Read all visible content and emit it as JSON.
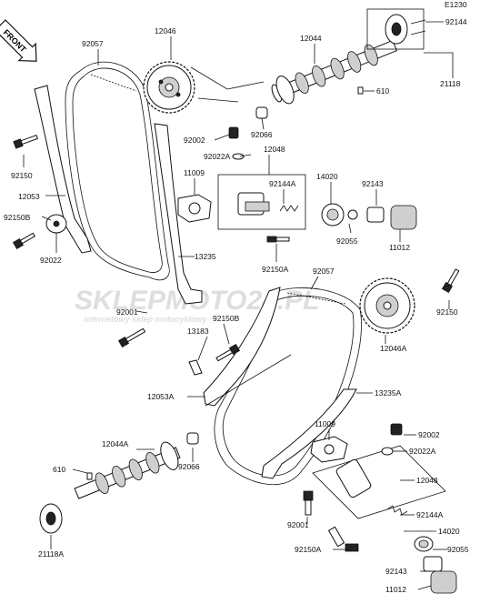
{
  "header": {
    "code": "E1230",
    "front_label": "FRONT"
  },
  "watermark": {
    "brand": "SKLEPMOTO24.PL",
    "tagline": "internetowy sklep motocyklowy"
  },
  "parts": {
    "p12046": "12046",
    "p92057": "92057",
    "p12044": "12044",
    "p92144": "92144",
    "p21118": "21118",
    "p610": "610",
    "p92066": "92066",
    "p92002": "92002",
    "p12048": "12048",
    "p92022A": "92022A",
    "p11009": "11009",
    "p92144A": "92144A",
    "p14020": "14020",
    "p92143": "92143",
    "p92150": "92150",
    "p12053": "12053",
    "p92150B": "92150B",
    "p92022": "92022",
    "p92055": "92055",
    "p11012": "11012",
    "p13235": "13235",
    "p92150A": "92150A",
    "p92057b": "92057",
    "p92001": "92001",
    "p92150Bb": "92150B",
    "p92150b": "92150",
    "p13183": "13183",
    "p12046A": "12046A",
    "p12053A": "12053A",
    "p13235A": "13235A",
    "p11009b": "11009",
    "p92002b": "92002",
    "p92022Ab": "92022A",
    "p12044A": "12044A",
    "p610b": "610",
    "p92066b": "92066",
    "p12048b": "12048",
    "p92144Ab": "92144A",
    "p92001b": "92001",
    "p14020b": "14020",
    "p92150Ab": "92150A",
    "p92055b": "92055",
    "p21118A": "21118A",
    "p92143b": "92143",
    "p11012b": "11012"
  }
}
